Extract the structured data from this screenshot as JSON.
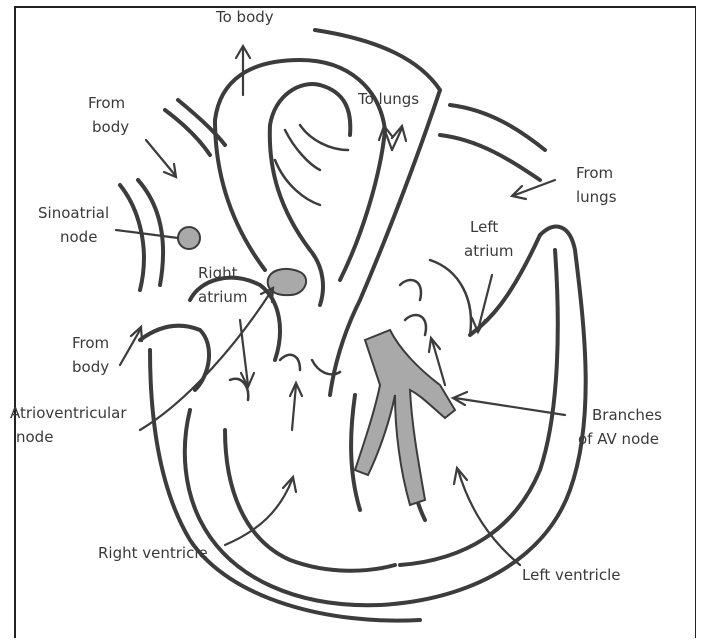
{
  "labels": {
    "to_body": "To body",
    "to_lungs": "To lungs",
    "from_body_top_1": "From",
    "from_body_top_2": "body",
    "from_lungs_1": "From",
    "from_lungs_2": "lungs",
    "sa_node_1": "Sinoatrial",
    "sa_node_2": "node",
    "left_atrium_1": "Left",
    "left_atrium_2": "atrium",
    "right_atrium_1": "Right",
    "right_atrium_2": "atrium",
    "from_body_bottom_1": "From",
    "from_body_bottom_2": "body",
    "av_node_1": "Atrioventricular",
    "av_node_2": "node",
    "branches_1": "Branches",
    "branches_2": "of AV node",
    "right_ventricle": "Right ventricle",
    "left_ventricle": "Left ventricle"
  },
  "colors": {
    "line": "#3c3c3c",
    "node_fill": "#a9a9a9",
    "text": "#3a3a3a"
  }
}
